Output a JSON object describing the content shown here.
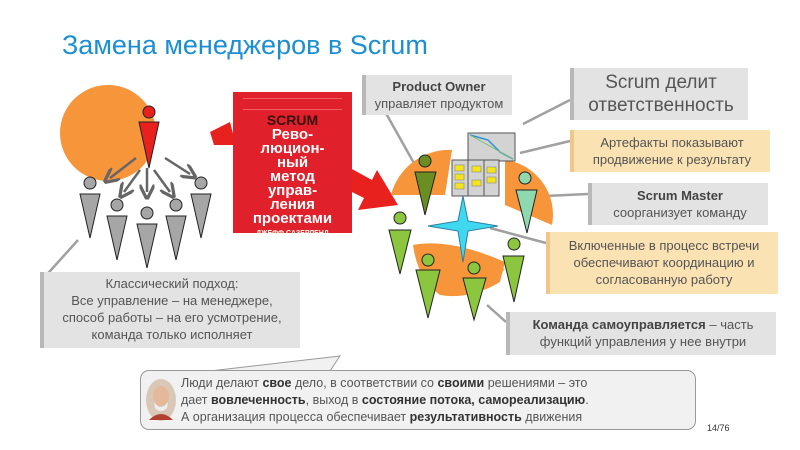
{
  "title": "Замена менеджеров в Scrum",
  "book": {
    "brand": "SCRUM",
    "title": "Рево-\nлюцион-\nный\nметод\nуправ-\nления\nпроектами",
    "author": "ДЖЕФФ САЗЕРЛЕНД"
  },
  "classic": {
    "lines": [
      "Классический подход:",
      "Все управление – на менеджере,",
      "способ работы – на его усмотрение,",
      "команда только исполняет"
    ]
  },
  "product_owner": {
    "role": "Product Owner",
    "desc": "управляет продуктом"
  },
  "scrum_divides": {
    "lines": [
      "Scrum делит",
      "ответственность"
    ]
  },
  "artifacts": {
    "lines": [
      "Артефакты показывают",
      "продвижение к результату"
    ]
  },
  "scrum_master": {
    "role": "Scrum Master",
    "desc": "соорганизует команду"
  },
  "meetings": {
    "lines": [
      "Включенные в процесс встречи",
      "обеспечивают координацию и",
      "согласованную работу"
    ]
  },
  "team": {
    "bold": "Команда самоуправляется",
    "rest": " – часть",
    "line2": "функций управления у нее внутри"
  },
  "quote": {
    "l1": [
      {
        "t": "Люди делают "
      },
      {
        "t": "свое",
        "b": true
      },
      {
        "t": " дело, в соответствии со "
      },
      {
        "t": "своими",
        "b": true
      },
      {
        "t": " решениями – это"
      }
    ],
    "l2": [
      {
        "t": "дает "
      },
      {
        "t": "вовлеченность",
        "b": true
      },
      {
        "t": ", выход в "
      },
      {
        "t": "состояние потока, самореализацию",
        "b": true
      },
      {
        "t": "."
      }
    ],
    "l3": [
      {
        "t": "А организация процесса обеспечивает "
      },
      {
        "t": "результативность",
        "b": true
      },
      {
        "t": " движения"
      }
    ]
  },
  "page_number": "14/76",
  "colors": {
    "accent": "#1b8fd2",
    "orange": "#f7953a",
    "red": "#e0212b",
    "green": "#8cc63f",
    "dark_green": "#6b8e23",
    "teal": "#8fd9b0",
    "gray": "#a6a6a6"
  }
}
